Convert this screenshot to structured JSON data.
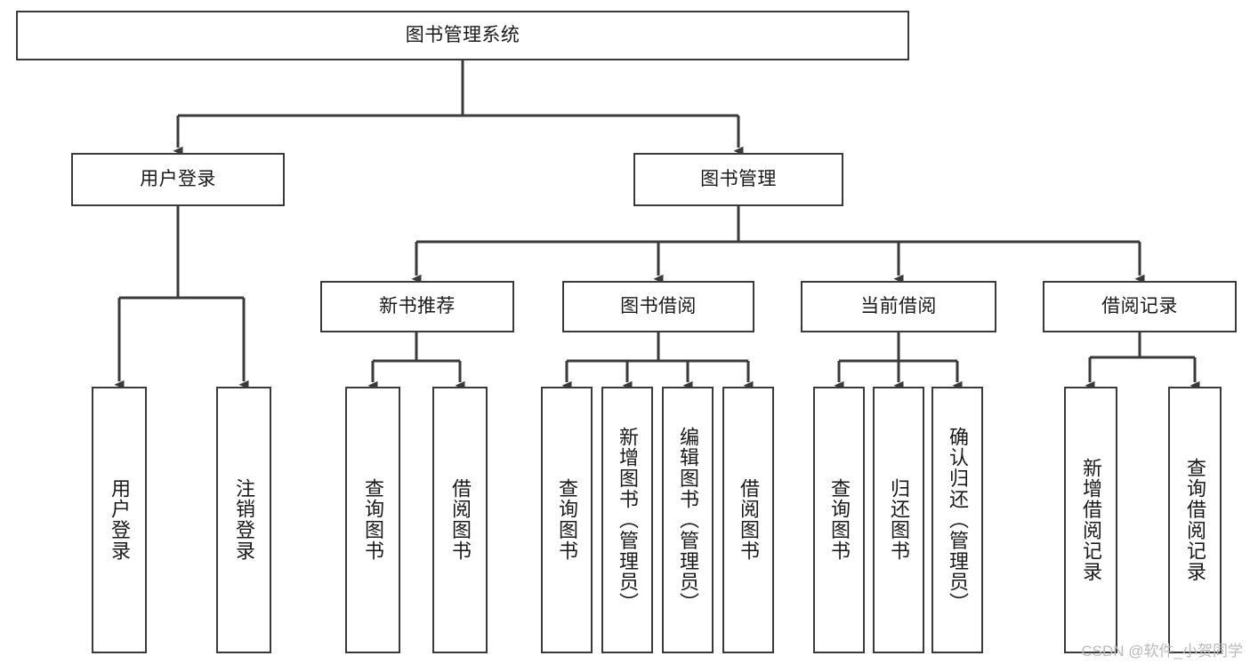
{
  "diagram": {
    "type": "tree-hierarchy-chart",
    "title": "图书管理系统",
    "watermark": "CSDN @软件_小贺同学",
    "colors": {
      "background": "#ffffff",
      "box_stroke": "#3a3a3a",
      "box_fill": "#ffffff",
      "text": "#1a1a1a",
      "connector": "#3a3a3a",
      "watermark": "#b9b9b9"
    },
    "levels": [
      {
        "level": 1,
        "nodes": [
          {
            "id": "root",
            "label": "图书管理系统",
            "orientation": "horizontal"
          }
        ]
      },
      {
        "level": 2,
        "nodes": [
          {
            "id": "user-login",
            "label": "用户登录",
            "orientation": "horizontal",
            "parent": "root"
          },
          {
            "id": "book-mgmt",
            "label": "图书管理",
            "orientation": "horizontal",
            "parent": "root"
          }
        ]
      },
      {
        "level": 3,
        "nodes": [
          {
            "id": "new-book-rec",
            "label": "新书推荐",
            "orientation": "horizontal",
            "parent": "book-mgmt"
          },
          {
            "id": "book-borrow",
            "label": "图书借阅",
            "orientation": "horizontal",
            "parent": "book-mgmt"
          },
          {
            "id": "current-borrow",
            "label": "当前借阅",
            "orientation": "horizontal",
            "parent": "book-mgmt"
          },
          {
            "id": "borrow-record",
            "label": "借阅记录",
            "orientation": "horizontal",
            "parent": "book-mgmt"
          }
        ]
      },
      {
        "level": 4,
        "nodes": [
          {
            "id": "leaf-user-login",
            "label": "用户登录",
            "orientation": "vertical",
            "parent": "user-login"
          },
          {
            "id": "leaf-user-logout",
            "label": "注销登录",
            "orientation": "vertical",
            "parent": "user-login"
          },
          {
            "id": "leaf-query-book-1",
            "label": "查询图书",
            "orientation": "vertical",
            "parent": "new-book-rec"
          },
          {
            "id": "leaf-borrow-book-1",
            "label": "借阅图书",
            "orientation": "vertical",
            "parent": "new-book-rec"
          },
          {
            "id": "leaf-query-book-2",
            "label": "查询图书",
            "orientation": "vertical",
            "parent": "book-borrow"
          },
          {
            "id": "leaf-add-book",
            "label": "新增图书（管理员）",
            "orientation": "vertical",
            "parent": "book-borrow"
          },
          {
            "id": "leaf-edit-book",
            "label": "编辑图书（管理员）",
            "orientation": "vertical",
            "parent": "book-borrow"
          },
          {
            "id": "leaf-borrow-book-2",
            "label": "借阅图书",
            "orientation": "vertical",
            "parent": "book-borrow"
          },
          {
            "id": "leaf-query-book-3",
            "label": "查询图书",
            "orientation": "vertical",
            "parent": "current-borrow"
          },
          {
            "id": "leaf-return-book",
            "label": "归还图书",
            "orientation": "vertical",
            "parent": "current-borrow"
          },
          {
            "id": "leaf-confirm-return",
            "label": "确认归还（管理员）",
            "orientation": "vertical",
            "parent": "current-borrow"
          },
          {
            "id": "leaf-add-record",
            "label": "新增借阅记录",
            "orientation": "vertical",
            "parent": "borrow-record"
          },
          {
            "id": "leaf-query-record",
            "label": "查询借阅记录",
            "orientation": "vertical",
            "parent": "borrow-record"
          }
        ]
      }
    ]
  }
}
